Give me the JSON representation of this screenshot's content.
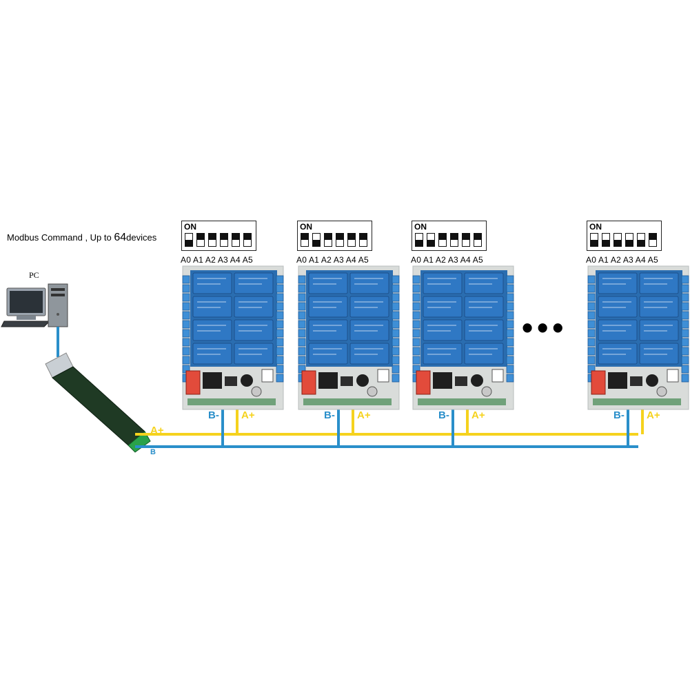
{
  "headline": {
    "prefix": "Modbus Command , Up to ",
    "count": "64",
    "suffix": "devices"
  },
  "pc": {
    "label": "PC"
  },
  "dip_on_label": "ON",
  "address_labels": "A0 A1 A2 A3 A4 A5",
  "devices": [
    {
      "dip": [
        1,
        0,
        0,
        0,
        0,
        0
      ]
    },
    {
      "dip": [
        0,
        1,
        0,
        0,
        0,
        0
      ]
    },
    {
      "dip": [
        1,
        1,
        0,
        0,
        0,
        0
      ]
    },
    {
      "dip": [
        1,
        1,
        1,
        1,
        1,
        0
      ]
    }
  ],
  "ellipsis": "•••",
  "bus": {
    "a_label": "A+",
    "b_label": "B-",
    "a_converter_label": "A+",
    "b_converter_label": "B"
  },
  "colors": {
    "bus_a": "#f5d21d",
    "bus_b": "#2a8fca",
    "relay": "#2f78c4",
    "pcb": "#d9dcda",
    "terminal": "#3f8fd6",
    "usb_body": "#1e3a22"
  }
}
